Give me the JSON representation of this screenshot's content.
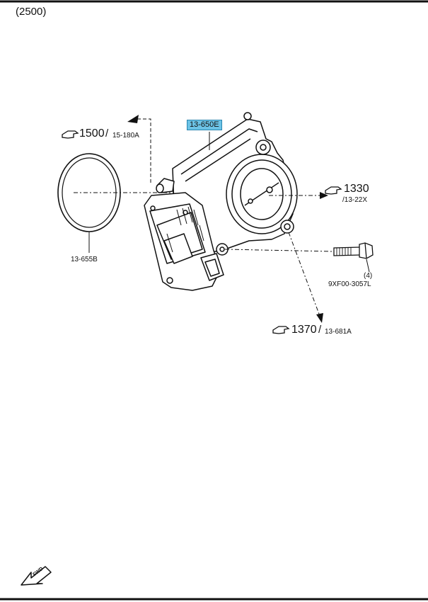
{
  "header": {
    "group_code": "(2500)"
  },
  "callouts": {
    "top_ref": {
      "number": "1500",
      "slash": "/",
      "code": "15-180A"
    },
    "right_ref": {
      "number": "1330",
      "code": "/13-22X"
    },
    "bottom_ref": {
      "number": "1370",
      "slash": "/",
      "code": "13-681A"
    }
  },
  "parts": {
    "throttle_body": "13-650E",
    "gasket": "13-655B",
    "bolt_code": "9XF00-3057L",
    "bolt_qty": "(4)"
  },
  "colors": {
    "highlight": "#6cc3e6",
    "line": "#111111"
  },
  "icons": {
    "reference": "pointing-hand-icon",
    "front": "front-arrow-icon"
  },
  "fwd_text": "FWD"
}
